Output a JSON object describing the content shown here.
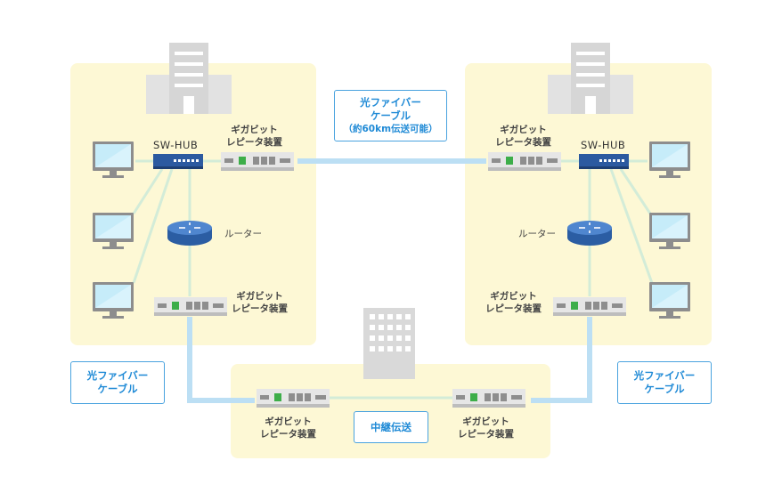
{
  "labels": {
    "repeater": [
      "ギガビット",
      "レピータ装置"
    ],
    "hub": "SW-HUB",
    "router": "ルーター"
  },
  "callouts": {
    "top": [
      "光ファイバー",
      "ケーブル",
      "（約60km伝送可能）"
    ],
    "left": [
      "光ファイバー",
      "ケーブル"
    ],
    "right": [
      "光ファイバー",
      "ケーブル"
    ],
    "relay": "中継伝送"
  },
  "colors": {
    "zone_fill": "#fdf8d5",
    "fiber": "#bcdff4",
    "lan": "#d3ecd8",
    "callout_text": "#1f8ad6",
    "building": "#e2e2e2",
    "hub": "#2c5aa0",
    "router": "#2e63b0"
  },
  "icons": [
    "building-icon",
    "pc-monitor-icon",
    "switching-hub-icon",
    "router-icon",
    "repeater-device-icon"
  ]
}
